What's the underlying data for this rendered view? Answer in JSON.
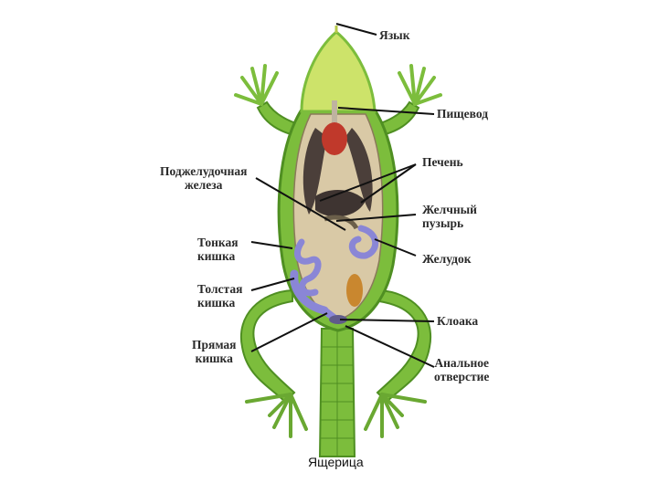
{
  "caption": "Ящерица",
  "labels": {
    "tongue": "Язык",
    "esophagus": "Пищевод",
    "liver": "Печень",
    "pancreas": "Поджелудочная\nжелеза",
    "gallbladder": "Желчный\nпузырь",
    "small_intestine": "Тонкая\nкишка",
    "stomach": "Желудок",
    "large_intestine": "Толстая\nкишка",
    "cloaca": "Клоака",
    "rectum": "Прямая\nкишка",
    "anus": "Анальное\nотверстие"
  },
  "colors": {
    "skin": "#7cbd3c",
    "skin_dark": "#4f8f22",
    "head": "#cde36a",
    "body_cavity": "#d9c9a6",
    "liver": "#4b3f3a",
    "heart": "#c0392b",
    "intestine": "#8a86d6",
    "gallbladder": "#c9872f"
  }
}
